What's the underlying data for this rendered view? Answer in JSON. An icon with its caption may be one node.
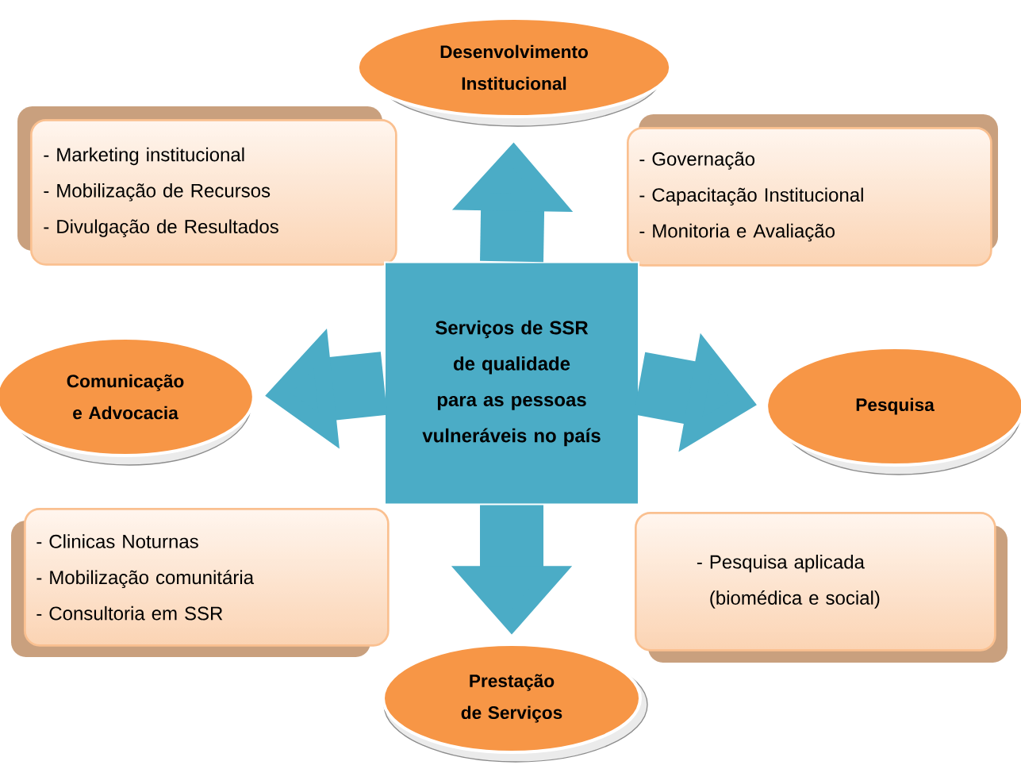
{
  "diagram": {
    "nodes": [
      {
        "text": [
          "Desenvolvimento Institucional"
        ]
      },
      {
        "text": [
          "- Marketing institucional",
          "- Mobilização de Recursos",
          "- Divulgação de Resultados"
        ]
      },
      {
        "text": [
          "- Governação",
          "- Capacitação Institucional",
          "- Monitoria e Avaliação"
        ]
      },
      {
        "text": [
          "Comunicação e Advocacia"
        ]
      },
      {
        "text": [
          "Serviços de SSR de qualidade para as pessoas vulneráveis no país"
        ]
      },
      {
        "text": [
          "Pesquisa"
        ]
      },
      {
        "text": [
          "- Clinicas Noturnas",
          "- Mobilização comunitária",
          "- Consultoria em SSR"
        ]
      },
      {
        "text": [
          "- Pesquisa aplicada (biomédica e social)"
        ]
      },
      {
        "text": [
          "Prestação de Serviços"
        ]
      }
    ],
    "edges": [
      {
        "from": 4,
        "to": 0,
        "arrow": "to"
      },
      {
        "from": 4,
        "to": 3,
        "arrow": "to"
      },
      {
        "from": 4,
        "to": 5,
        "arrow": "to"
      },
      {
        "from": 4,
        "to": 8,
        "arrow": "to"
      }
    ]
  }
}
